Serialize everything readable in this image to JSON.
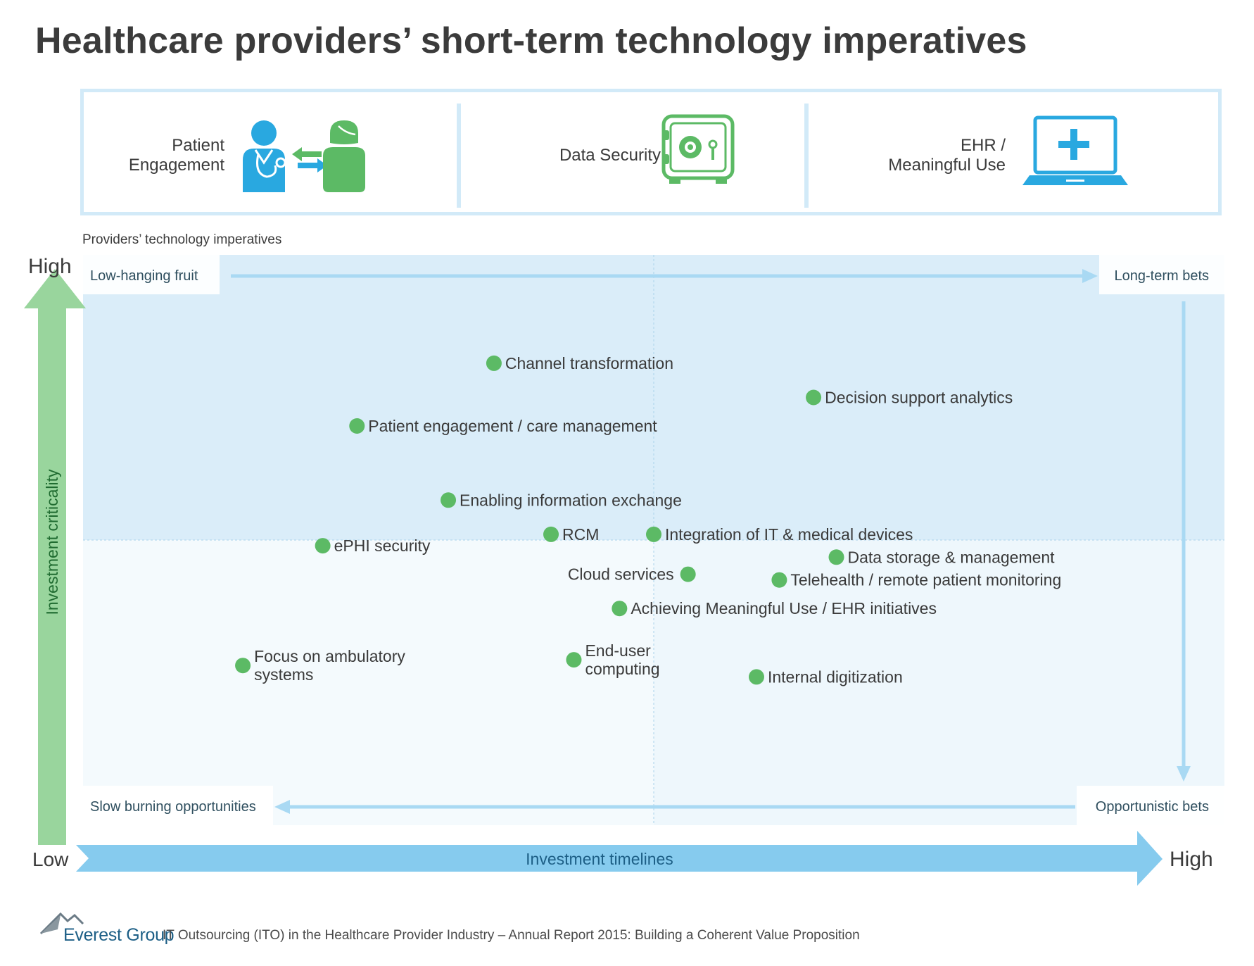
{
  "title": "Healthcare providers’ short-term technology imperatives",
  "themes": [
    {
      "label_line1": "Patient",
      "label_line2": "Engagement",
      "icon": "doctor-patient-icon"
    },
    {
      "label_line1": "Data Security",
      "label_line2": "",
      "icon": "safe-icon"
    },
    {
      "label_line1": "EHR /",
      "label_line2": "Meaningful Use",
      "icon": "laptop-plus-icon"
    }
  ],
  "subtitle": "Providers’ technology imperatives",
  "colors": {
    "accent_blue": "#29a8e0",
    "accent_green": "#5cba65",
    "dot_green": "#5cba65",
    "quad_dark": "#daedf9",
    "quad_light": "#eef7fc",
    "axis_x": "#86cbee",
    "axis_y": "#99d59d",
    "arrow_light": "#a9d9f3",
    "corner_text": "#2f4f5f"
  },
  "chart_data": {
    "type": "scatter",
    "xlabel": "Investment timelines",
    "ylabel": "Investment criticality",
    "x_low_label": "Low",
    "x_high_label": "High",
    "y_low_label": "Low",
    "y_high_label": "High",
    "xlim": [
      0,
      100
    ],
    "ylim": [
      0,
      100
    ],
    "quadrant_split": {
      "x": 50,
      "y": 50
    },
    "corners": {
      "top_left": "Low-hanging fruit",
      "top_right": "Long-term bets",
      "bottom_right": "Opportunistic bets",
      "bottom_left": "Slow burning opportunities"
    },
    "points": [
      {
        "label": "Channel transformation",
        "x": 36,
        "y": 81,
        "label_side": "right"
      },
      {
        "label": "Decision support analytics",
        "x": 64,
        "y": 75,
        "label_side": "right"
      },
      {
        "label": "Patient engagement / care management",
        "x": 24,
        "y": 70,
        "label_side": "right"
      },
      {
        "label": "Enabling information exchange",
        "x": 32,
        "y": 57,
        "label_side": "right"
      },
      {
        "label": "RCM",
        "x": 41,
        "y": 51,
        "label_side": "right"
      },
      {
        "label": "Integration of IT & medical devices",
        "x": 50,
        "y": 51,
        "label_side": "right"
      },
      {
        "label": "ePHI security",
        "x": 21,
        "y": 49,
        "label_side": "right"
      },
      {
        "label": "Data storage & management",
        "x": 66,
        "y": 47,
        "label_side": "right"
      },
      {
        "label": "Cloud services",
        "x": 53,
        "y": 44,
        "label_side": "left"
      },
      {
        "label": "Telehealth / remote patient monitoring",
        "x": 61,
        "y": 43,
        "label_side": "right"
      },
      {
        "label": "Achieving Meaningful Use / EHR initiatives",
        "x": 47,
        "y": 38,
        "label_side": "right"
      },
      {
        "label": "Focus on ambulatory systems",
        "label_lines": [
          "Focus on ambulatory",
          "systems"
        ],
        "x": 14,
        "y": 28,
        "label_side": "right"
      },
      {
        "label": "End-user computing",
        "label_lines": [
          "End-user",
          "computing"
        ],
        "x": 43,
        "y": 29,
        "label_side": "right"
      },
      {
        "label": "Internal digitization",
        "x": 59,
        "y": 26,
        "label_side": "right"
      }
    ]
  },
  "footer": {
    "brand": "Everest Group",
    "source": "IT Outsourcing (ITO) in the Healthcare Provider Industry – Annual Report 2015: Building a Coherent Value Proposition"
  }
}
